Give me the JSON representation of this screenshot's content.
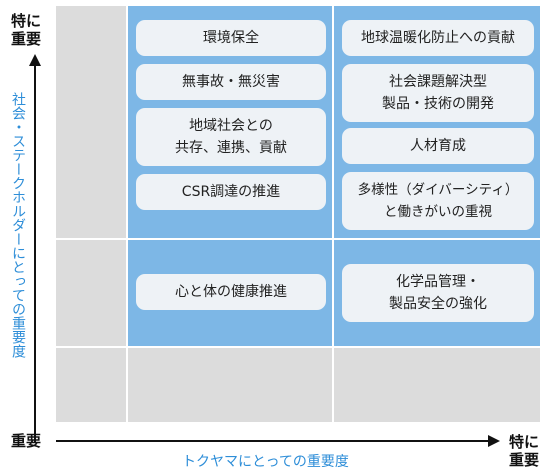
{
  "axes": {
    "y_top": "特に\n重要",
    "y_title": "社会・ステークホルダーにとっての重要度",
    "origin": "重要",
    "x_right": "特に\n重要",
    "x_title": "トクヤマにとっての重要度"
  },
  "items": {
    "col2": [
      "環境保全",
      "無事故・無災害",
      "地域社会との\n共存、連携、貢献",
      "CSR調達の推進",
      "心と体の健康推進"
    ],
    "col3": [
      "地球温暖化防止への貢献",
      "社会課題解決型\n製品・技術の開発",
      "人材育成",
      "多様性（ダイバーシティ）\nと働きがいの重視",
      "化学品管理・\n製品安全の強化"
    ]
  },
  "colors": {
    "gray_cell": "#dcdcdc",
    "blue_cell": "#7db7e6",
    "item_box": "#eef2f6",
    "axis_title": "#2e8ed8"
  }
}
